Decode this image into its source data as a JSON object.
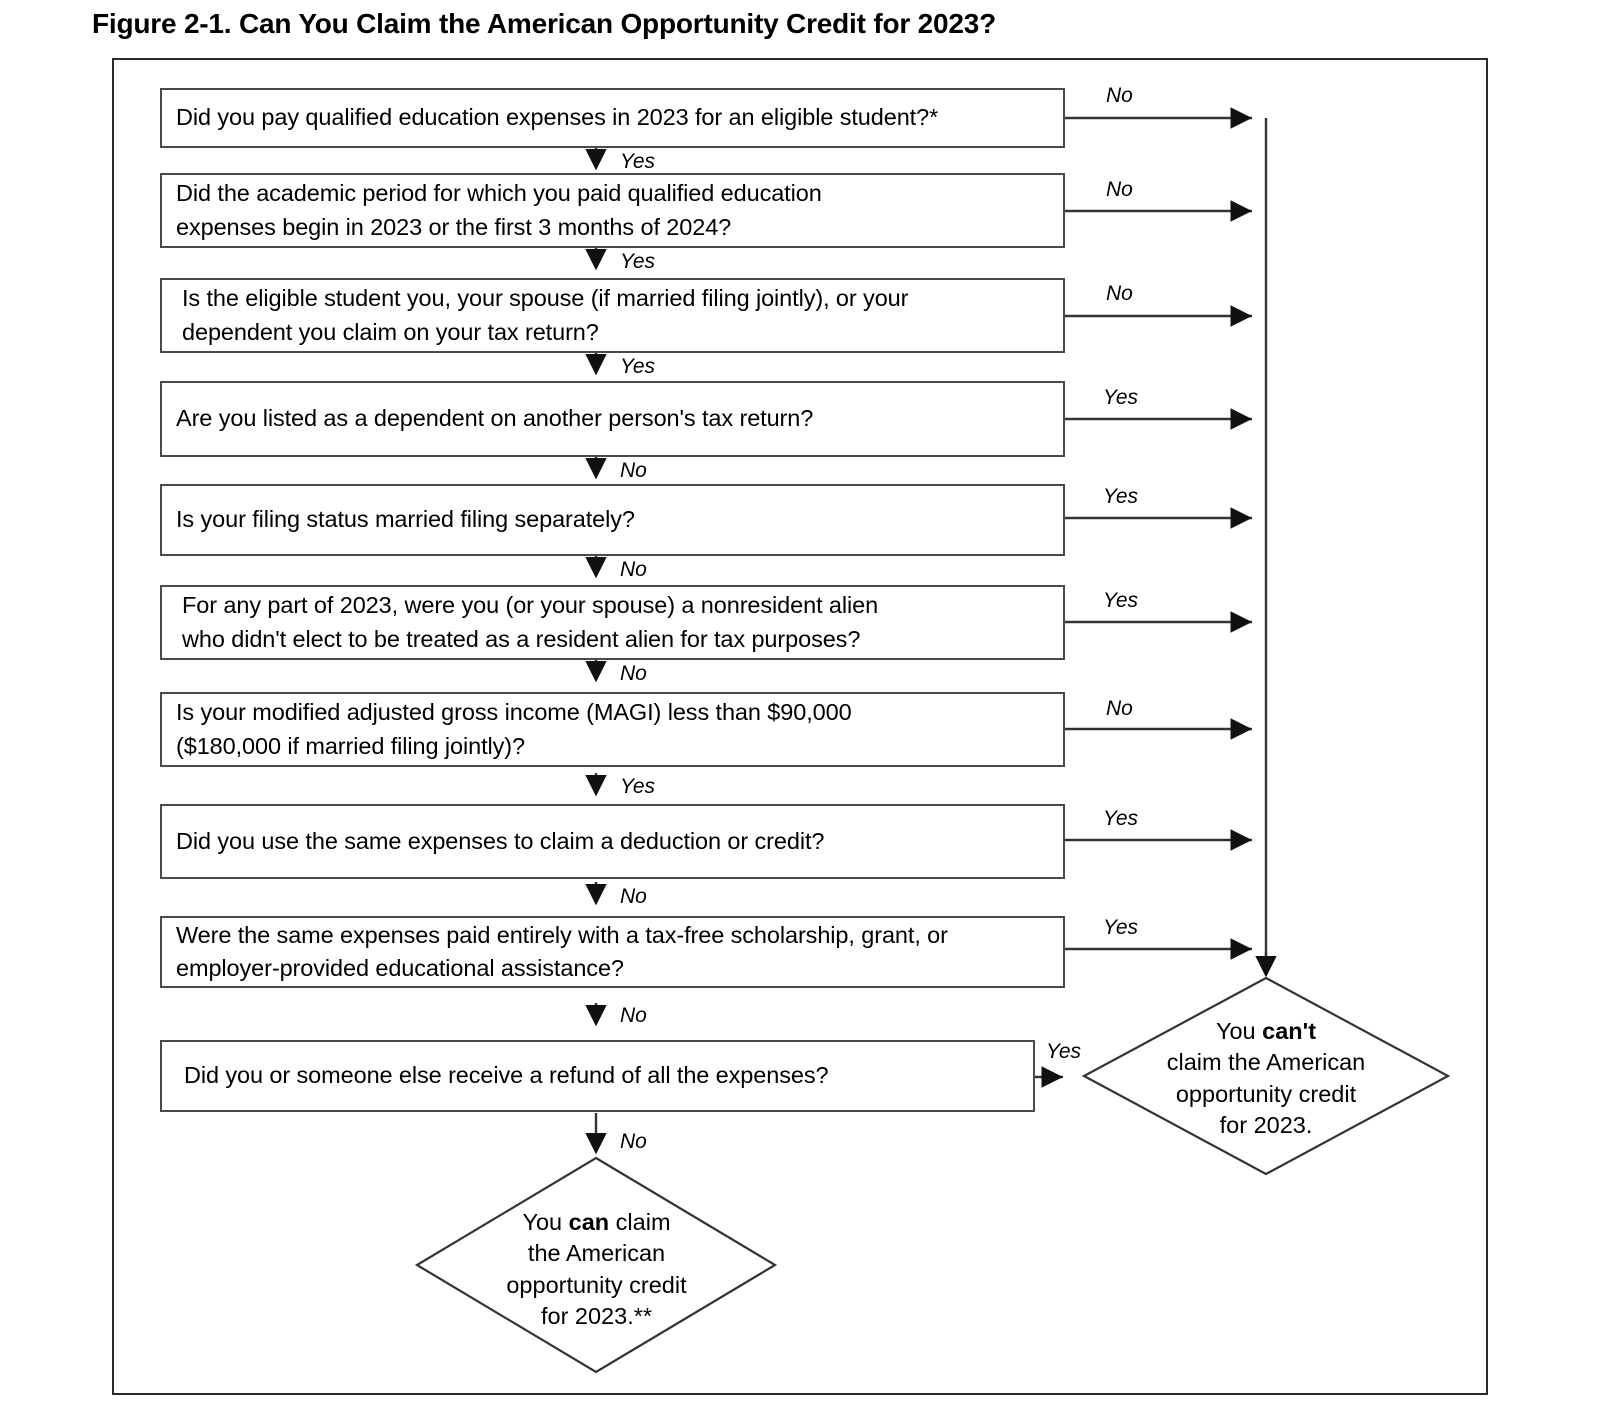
{
  "figure": {
    "title": "Figure 2-1. Can You Claim the American Opportunity Credit for 2023?"
  },
  "chart_data": {
    "type": "diagram",
    "diagram_type": "decision-flowchart",
    "title": "Figure 2-1. Can You Claim the American Opportunity Credit for 2023?",
    "nodes": [
      {
        "id": "q1",
        "shape": "rect",
        "text": "Did you pay qualified education expenses in 2023 for an eligible student?*"
      },
      {
        "id": "q2",
        "shape": "rect",
        "text": "Did the academic period for which you paid qualified education expenses begin in 2023 or the first 3 months of 2024?"
      },
      {
        "id": "q3",
        "shape": "rect",
        "text": "Is the eligible student you, your spouse (if married filing jointly), or your dependent you claim on your tax return?"
      },
      {
        "id": "q4",
        "shape": "rect",
        "text": "Are you listed as a dependent on another person's tax return?"
      },
      {
        "id": "q5",
        "shape": "rect",
        "text": "Is your filing status married filing separately?"
      },
      {
        "id": "q6",
        "shape": "rect",
        "text": "For any part of 2023, were you (or your spouse) a nonresident alien who didn't elect to be treated as a resident alien for tax purposes?"
      },
      {
        "id": "q7",
        "shape": "rect",
        "text": "Is your modified adjusted gross income (MAGI) less than $90,000 ($180,000 if married filing jointly)?"
      },
      {
        "id": "q8",
        "shape": "rect",
        "text": "Did you use the same expenses to claim a deduction or credit?"
      },
      {
        "id": "q9",
        "shape": "rect",
        "text": "Were the same expenses paid entirely with a tax-free scholarship, grant, or employer-provided educational assistance?"
      },
      {
        "id": "q10",
        "shape": "rect",
        "text": "Did you or someone else receive a refund of all the expenses?"
      },
      {
        "id": "cannot",
        "shape": "diamond",
        "text": "You can't claim the American opportunity credit for 2023."
      },
      {
        "id": "can",
        "shape": "diamond",
        "text": "You can claim the American opportunity credit for 2023.**"
      }
    ],
    "edges": [
      {
        "from": "q1",
        "to": "q2",
        "label": "Yes",
        "direction": "down"
      },
      {
        "from": "q1",
        "to": "cannot",
        "label": "No",
        "direction": "right"
      },
      {
        "from": "q2",
        "to": "q3",
        "label": "Yes",
        "direction": "down"
      },
      {
        "from": "q2",
        "to": "cannot",
        "label": "No",
        "direction": "right"
      },
      {
        "from": "q3",
        "to": "q4",
        "label": "Yes",
        "direction": "down"
      },
      {
        "from": "q3",
        "to": "cannot",
        "label": "No",
        "direction": "right"
      },
      {
        "from": "q4",
        "to": "q5",
        "label": "No",
        "direction": "down"
      },
      {
        "from": "q4",
        "to": "cannot",
        "label": "Yes",
        "direction": "right"
      },
      {
        "from": "q5",
        "to": "q6",
        "label": "No",
        "direction": "down"
      },
      {
        "from": "q5",
        "to": "cannot",
        "label": "Yes",
        "direction": "right"
      },
      {
        "from": "q6",
        "to": "q7",
        "label": "No",
        "direction": "down"
      },
      {
        "from": "q6",
        "to": "cannot",
        "label": "Yes",
        "direction": "right"
      },
      {
        "from": "q7",
        "to": "q8",
        "label": "Yes",
        "direction": "down"
      },
      {
        "from": "q7",
        "to": "cannot",
        "label": "No",
        "direction": "right"
      },
      {
        "from": "q8",
        "to": "q9",
        "label": "No",
        "direction": "down"
      },
      {
        "from": "q8",
        "to": "cannot",
        "label": "Yes",
        "direction": "right"
      },
      {
        "from": "q9",
        "to": "q10",
        "label": "No",
        "direction": "down"
      },
      {
        "from": "q9",
        "to": "cannot",
        "label": "Yes",
        "direction": "right"
      },
      {
        "from": "q10",
        "to": "can",
        "label": "No",
        "direction": "down"
      },
      {
        "from": "q10",
        "to": "cannot",
        "label": "Yes",
        "direction": "right"
      }
    ],
    "colors": {
      "stroke": "#2a2a2a",
      "box_border": "#4a4a4a",
      "text": "#000000",
      "background": "#ffffff"
    }
  },
  "boxes": {
    "q1": "Did you pay qualified education expenses in 2023 for an eligible student?*",
    "q2_line1": "Did the academic period for which you paid qualified education",
    "q2_line2": "expenses begin in 2023 or the first 3 months of 2024?",
    "q3_line1": "Is the eligible student you, your spouse (if married filing jointly), or your",
    "q3_line2": "dependent you claim on your tax return?",
    "q4": "Are you listed as a dependent on another person's tax return?",
    "q5": "Is your filing status married filing separately?",
    "q6_line1": "For any part of 2023, were you (or your spouse) a nonresident alien",
    "q6_line2": "who didn't elect to be treated as a resident alien for tax purposes?",
    "q7_line1": "Is your modified adjusted gross income (MAGI) less than $90,000",
    "q7_line2": "($180,000 if married filing jointly)?",
    "q8": "Did you use the same expenses to claim a deduction or credit?",
    "q9_line1": "Were the same expenses paid entirely with a tax-free scholarship, grant, or",
    "q9_line2": "employer-provided educational assistance?",
    "q10": "Did you or someone else receive a refund of all the expenses?"
  },
  "down_labels": {
    "d1": "Yes",
    "d2": "Yes",
    "d3": "Yes",
    "d4": "No",
    "d5": "No",
    "d6": "No",
    "d7": "Yes",
    "d8": "No",
    "d9": "No",
    "d10": "No"
  },
  "right_labels": {
    "r1": "No",
    "r2": "No",
    "r3": "No",
    "r4": "Yes",
    "r5": "Yes",
    "r6": "Yes",
    "r7": "No",
    "r8": "Yes",
    "r9": "Yes",
    "r10": "Yes"
  },
  "cannot_diamond": {
    "line1_pre": "You ",
    "line1_bold": "can't",
    "line2": "claim the American",
    "line3": "opportunity credit",
    "line4": "for 2023."
  },
  "can_diamond": {
    "line1_pre": "You ",
    "line1_bold": "can",
    "line1_post": " claim",
    "line2": "the American",
    "line3": "opportunity credit",
    "line4": "for 2023.**"
  }
}
